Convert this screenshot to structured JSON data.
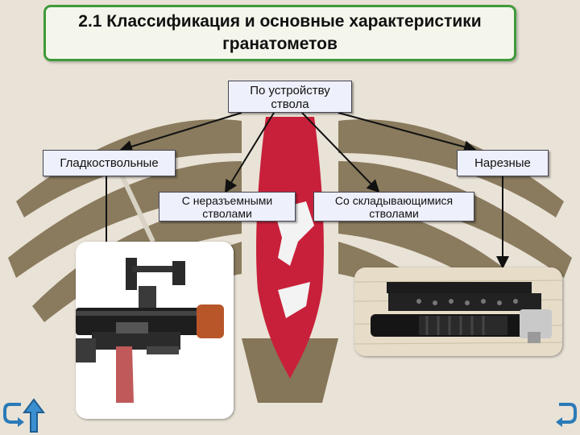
{
  "slide": {
    "title_line1": "2.1 Классификация и основные характеристики",
    "title_line2": "гранатометов"
  },
  "diagram": {
    "root": {
      "line1": "По устройству",
      "line2": "ствола"
    },
    "left": {
      "label": "Гладкоствольные"
    },
    "right": {
      "label": "Нарезные"
    },
    "child1": {
      "line1": "С неразъемными",
      "line2": "стволами"
    },
    "child2": {
      "line1": "Со складывающимися",
      "line2": "стволами"
    }
  },
  "images": {
    "left_photo": "grenade-launcher-with-sight",
    "right_photo": "underbarrel-grenade-launcher"
  },
  "navigation": {
    "back_icon": "return-arrow-icon",
    "up_icon": "up-arrow-icon",
    "forward_icon": "return-arrow-icon"
  },
  "colors": {
    "title_border": "#3f9a3a",
    "node_fill": "#eef0fb",
    "shield_red": "#c8203a",
    "eagle_brown": "#6b5a3a"
  }
}
